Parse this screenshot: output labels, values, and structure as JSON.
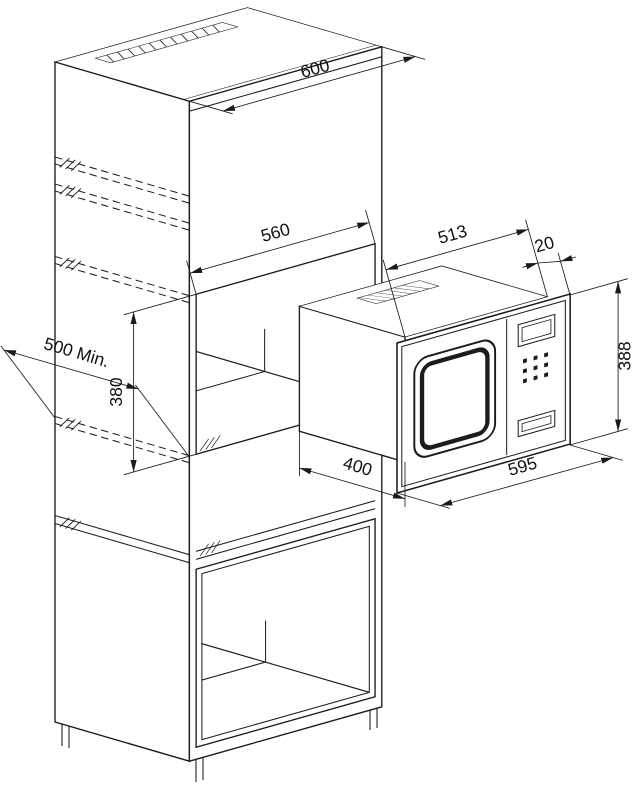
{
  "dimensions": {
    "cabinet_width": "600",
    "niche_width": "560",
    "cutout_width": "513",
    "frame_gap": "20",
    "niche_height": "380",
    "cabinet_depth_min": "500 Min.",
    "niche_depth": "400",
    "frame_width": "595",
    "frame_height": "388"
  },
  "colors": {
    "line": "#1a1a1a",
    "text": "#111111",
    "background": "#ffffff"
  }
}
